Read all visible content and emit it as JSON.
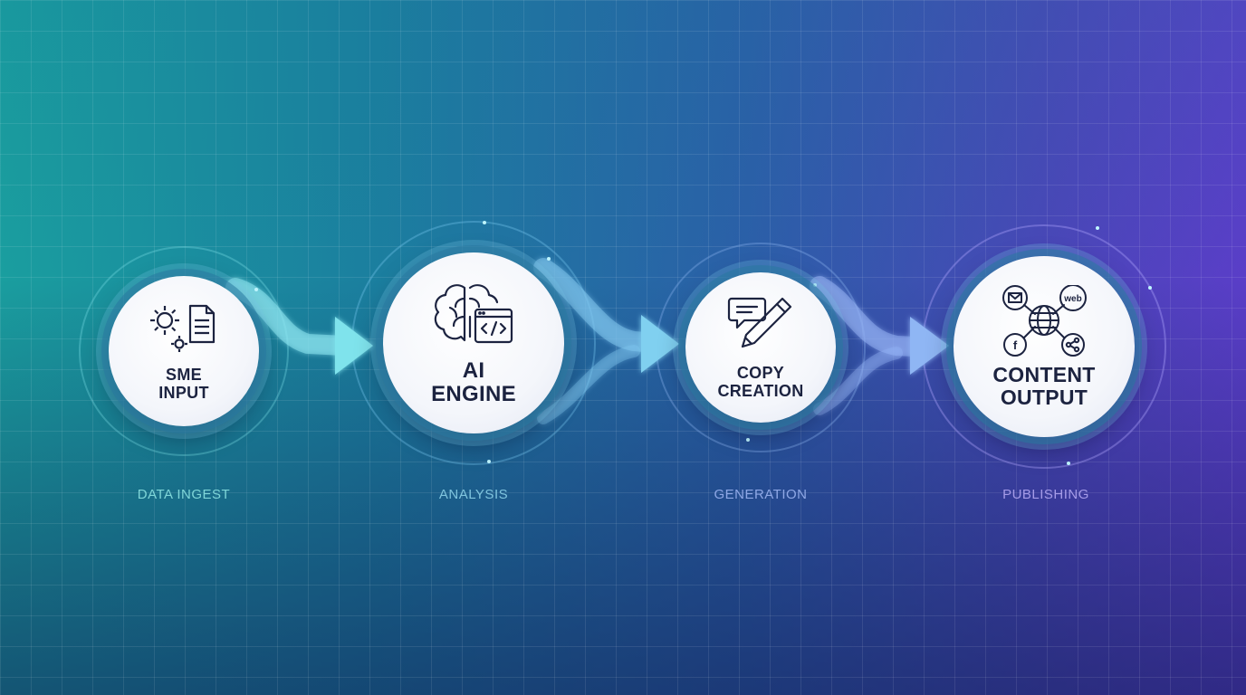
{
  "steps": [
    {
      "title_line1": "SME",
      "title_line2": "INPUT",
      "stage": "DATA INGEST",
      "icon": "gears-document-icon"
    },
    {
      "title_line1": "AI",
      "title_line2": "ENGINE",
      "stage": "ANALYSIS",
      "icon": "brain-code-icon"
    },
    {
      "title_line1": "COPY",
      "title_line2": "CREATION",
      "stage": "GENERATION",
      "icon": "chat-pencil-icon"
    },
    {
      "title_line1": "CONTENT",
      "title_line2": "OUTPUT",
      "stage": "PUBLISHING",
      "icon": "globe-network-icon"
    }
  ],
  "network_labels": {
    "web": "web",
    "facebook": "f"
  },
  "colors": {
    "teal": "#1a9e9f",
    "blue": "#2b5fa8",
    "purple": "#5a3ec8",
    "arrow_glow": "#8fe8f0",
    "icon_ink": "#1c2340"
  }
}
